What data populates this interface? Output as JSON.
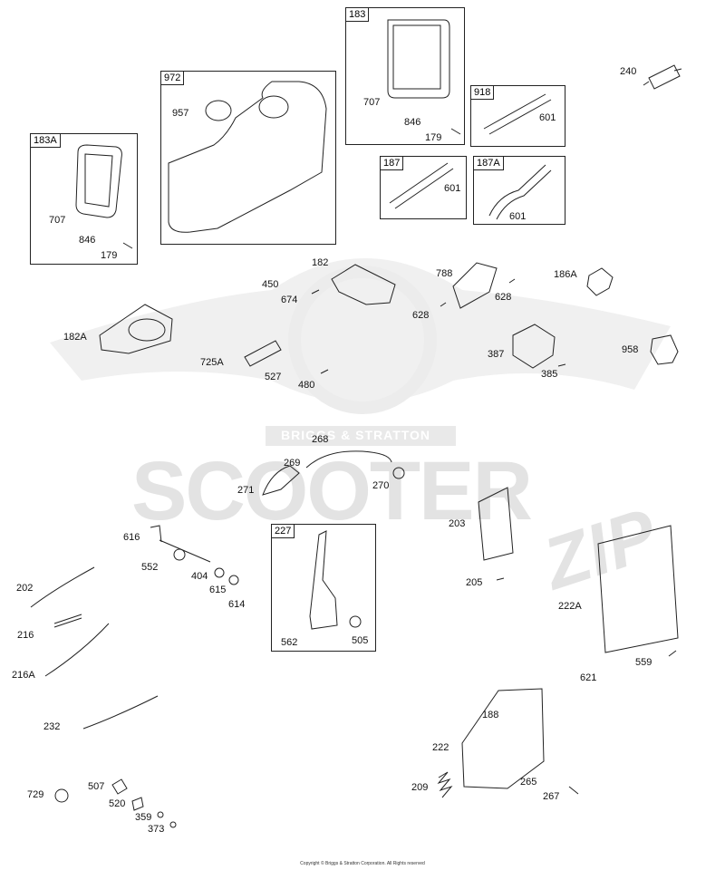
{
  "watermark": {
    "banner": "BRIGGS & STRATTON",
    "word": "SCOOTER",
    "script": "ZIP"
  },
  "copyright": "Copyright © Briggs & Stratton Corporation. All Rights reserved",
  "groups": [
    {
      "id": "183"
    },
    {
      "id": "972"
    },
    {
      "id": "183A"
    },
    {
      "id": "918"
    },
    {
      "id": "187"
    },
    {
      "id": "187A"
    },
    {
      "id": "227"
    }
  ],
  "parts": [
    "240",
    "957",
    "707",
    "846",
    "179",
    "601",
    "707",
    "846",
    "179",
    "601",
    "601",
    "182",
    "788",
    "450",
    "674",
    "628",
    "186A",
    "628",
    "182A",
    "387",
    "958",
    "725A",
    "527",
    "480",
    "385",
    "268",
    "269",
    "271",
    "270",
    "203",
    "616",
    "552",
    "404",
    "615",
    "614",
    "202",
    "216",
    "216A",
    "562",
    "505",
    "205",
    "222A",
    "559",
    "621",
    "232",
    "188",
    "222",
    "209",
    "265",
    "267",
    "729",
    "507",
    "520",
    "359",
    "373"
  ]
}
